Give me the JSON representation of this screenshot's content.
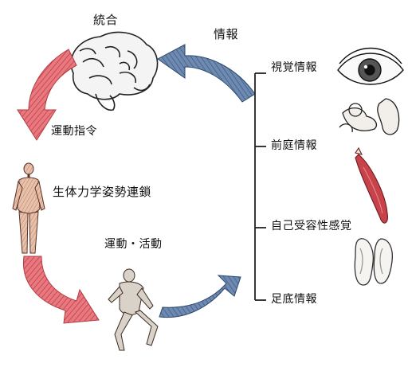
{
  "cycle": {
    "integration": "統合",
    "motor_command": "運動指令",
    "kinetic_chain": "生体力学姿勢連鎖",
    "movement": "運動・活動",
    "information": "情報"
  },
  "inputs": [
    {
      "label": "視覚情報",
      "icon": "eye-icon"
    },
    {
      "label": "前庭情報",
      "icon": "inner-ear-icon"
    },
    {
      "label": "自己受容性感覚",
      "icon": "muscle-icon"
    },
    {
      "label": "足底情報",
      "icon": "foot-sole-icon"
    }
  ],
  "colors": {
    "red_arrow": "#e0525a",
    "blue_arrow": "#4f6f99",
    "line": "#222222",
    "muscle": "#c8424a"
  }
}
